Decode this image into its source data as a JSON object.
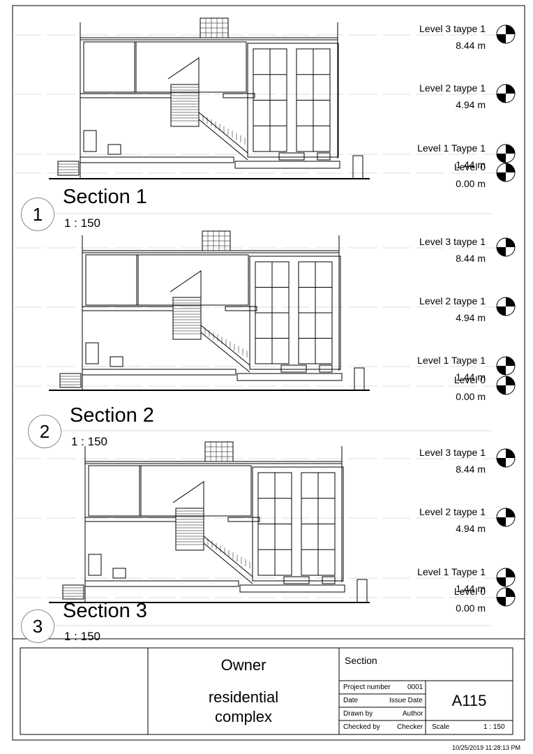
{
  "sections": [
    {
      "number": "1",
      "title": "Section 1",
      "scale": "1 : 150",
      "levels": [
        {
          "name": "Level 3 taype 1",
          "elevation": "8.44 m"
        },
        {
          "name": "Level 2 taype 1",
          "elevation": "4.94 m"
        },
        {
          "name": "Level 1 Taype 1",
          "elevation": "1.44 m"
        },
        {
          "name": "Level 0",
          "elevation": "0.00 m"
        }
      ]
    },
    {
      "number": "2",
      "title": "Section 2",
      "scale": "1 : 150",
      "levels": [
        {
          "name": "Level 3 taype 1",
          "elevation": "8.44 m"
        },
        {
          "name": "Level 2 taype 1",
          "elevation": "4.94 m"
        },
        {
          "name": "Level 1 Taype 1",
          "elevation": "1.44 m"
        },
        {
          "name": "Level 0",
          "elevation": "0.00 m"
        }
      ]
    },
    {
      "number": "3",
      "title": "Section 3",
      "scale": "1 : 150",
      "levels": [
        {
          "name": "Level 3 taype 1",
          "elevation": "8.44 m"
        },
        {
          "name": "Level 2 taype 1",
          "elevation": "4.94 m"
        },
        {
          "name": "Level 1 Taype 1",
          "elevation": "1.44 m"
        },
        {
          "name": "Level 0",
          "elevation": "0.00 m"
        }
      ]
    }
  ],
  "title_block": {
    "owner": "Owner",
    "project_line1": "residential",
    "project_line2": "complex",
    "sheet_name": "Section",
    "project_number_label": "Project number",
    "project_number_value": "0001",
    "date_label": "Date",
    "date_value": "Issue Date",
    "drawn_by_label": "Drawn by",
    "drawn_by_value": "Author",
    "checked_by_label": "Checked by",
    "checked_by_value": "Checker",
    "sheet_number": "A115",
    "scale_label": "Scale",
    "scale_value": "1 : 150"
  },
  "timestamp": "10/25/2019 11:28:13 PM"
}
